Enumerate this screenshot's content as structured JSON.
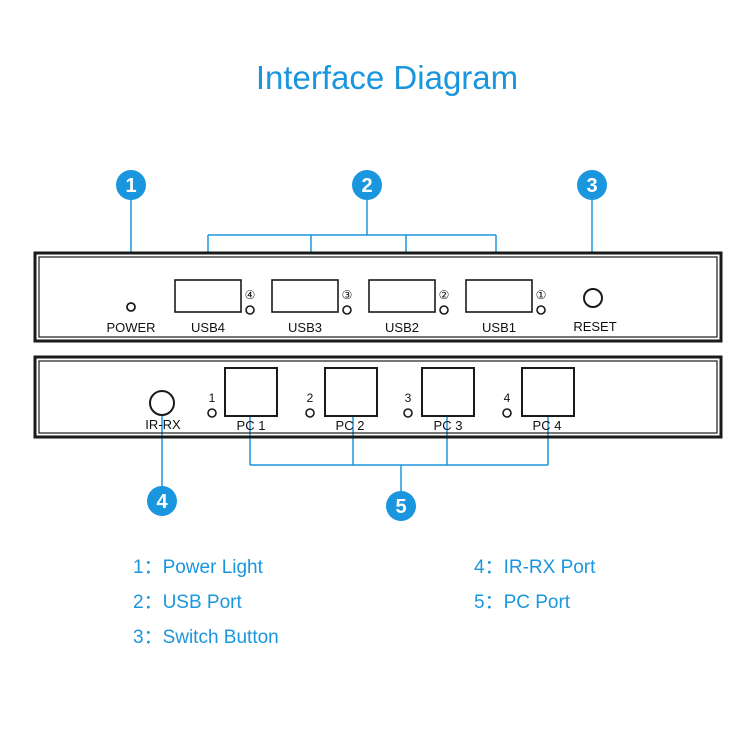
{
  "title": "Interface Diagram",
  "callouts": [
    "1",
    "2",
    "3",
    "4",
    "5"
  ],
  "front_panel": {
    "power_label": "POWER",
    "usb_ports": [
      {
        "label": "USB4",
        "mark": "④"
      },
      {
        "label": "USB3",
        "mark": "③"
      },
      {
        "label": "USB2",
        "mark": "②"
      },
      {
        "label": "USB1",
        "mark": "①"
      }
    ],
    "reset_label": "RESET"
  },
  "back_panel": {
    "irrx_label": "IR-RX",
    "pc_ports": [
      {
        "number": "1",
        "label": "PC 1"
      },
      {
        "number": "2",
        "label": "PC 2"
      },
      {
        "number": "3",
        "label": "PC 3"
      },
      {
        "number": "4",
        "label": "PC 4"
      }
    ]
  },
  "legend": [
    "1：Power Light",
    "2：USB Port",
    "3：Switch Button",
    "4：IR-RX Port",
    "5：PC Port"
  ],
  "colors": {
    "accent": "#1a96de",
    "outline": "#1a1a1a"
  }
}
